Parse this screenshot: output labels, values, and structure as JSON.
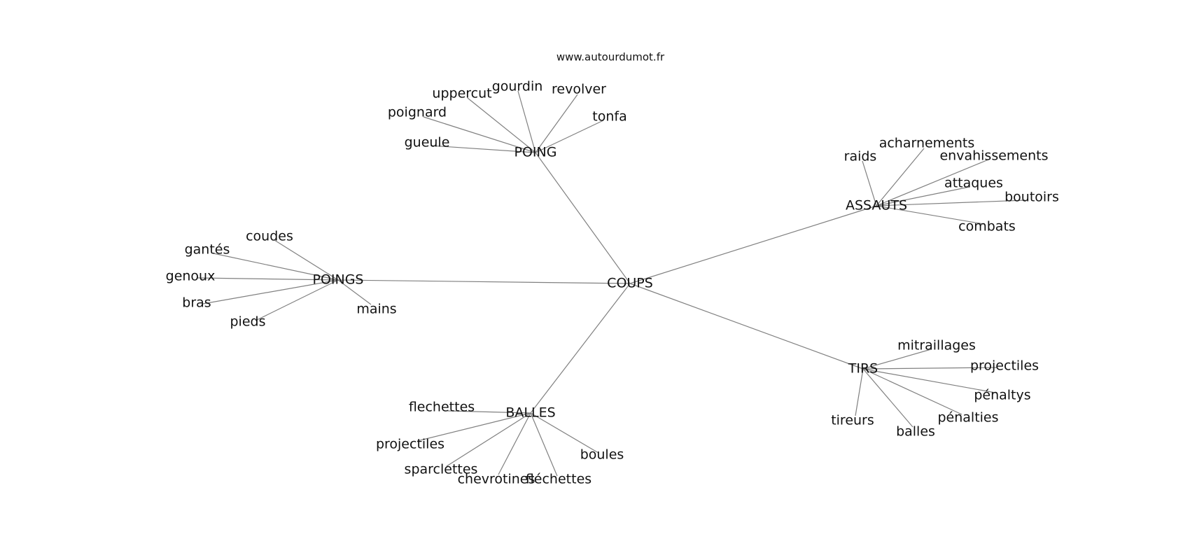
{
  "source_label": "www.autourdumot.fr",
  "center": "COUPS",
  "hubs": [
    {
      "id": "poing",
      "label": "POING",
      "words": [
        "uppercut",
        "gourdin",
        "revolver",
        "tonfa",
        "poignard",
        "gueule"
      ]
    },
    {
      "id": "assauts",
      "label": "ASSAUTS",
      "words": [
        "raids",
        "acharnements",
        "envahissements",
        "attaques",
        "boutoirs",
        "combats"
      ]
    },
    {
      "id": "poings",
      "label": "POINGS",
      "words": [
        "coudes",
        "gantés",
        "genoux",
        "bras",
        "pieds",
        "mains"
      ]
    },
    {
      "id": "tirs",
      "label": "TIRS",
      "words": [
        "mitraillages",
        "projectiles",
        "pénaltys",
        "pénalties",
        "balles",
        "tireurs"
      ]
    },
    {
      "id": "balles",
      "label": "BALLES",
      "words": [
        "flechettes",
        "projectiles",
        "sparclettes",
        "chevrotines",
        "fléchettes",
        "boules"
      ]
    }
  ],
  "colors": {
    "edge": "#808080",
    "text": "#111111",
    "background": "#ffffff"
  }
}
